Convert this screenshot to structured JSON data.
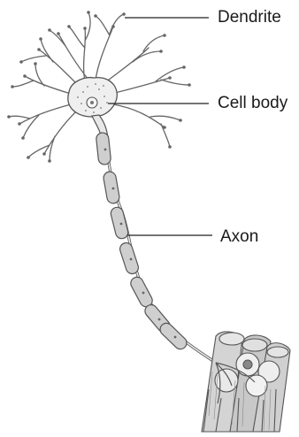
{
  "labels": {
    "dendrite": "Dendrite",
    "cell_body": "Cell body",
    "axon": "Axon"
  },
  "colors": {
    "fill": "#e8e8e8",
    "cell_body_fill": "#efefef",
    "sheath_fill": "#cfcfcf",
    "stroke": "#555555",
    "leader_line": "#222222"
  }
}
